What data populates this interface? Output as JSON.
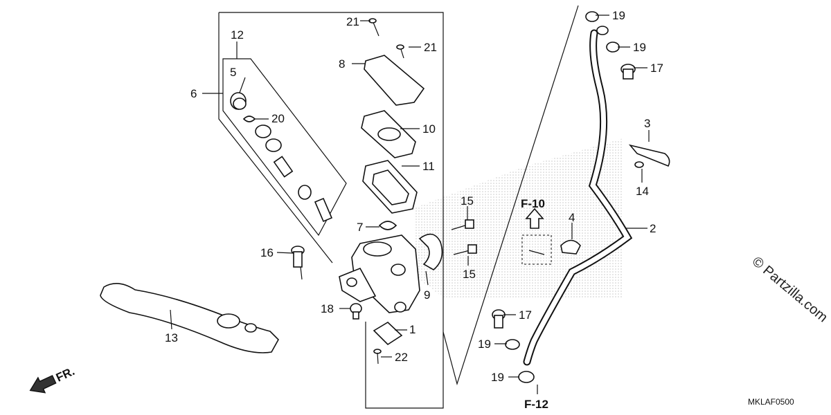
{
  "callouts": {
    "c1": "1",
    "c2": "2",
    "c3": "3",
    "c4": "4",
    "c5": "5",
    "c6": "6",
    "c7": "7",
    "c8": "8",
    "c9": "9",
    "c10": "10",
    "c11": "11",
    "c12": "12",
    "c13": "13",
    "c14": "14",
    "c15a": "15",
    "c15b": "15",
    "c16": "16",
    "c17a": "17",
    "c17b": "17",
    "c18": "18",
    "c19a": "19",
    "c19b": "19",
    "c19c": "19",
    "c19d": "19",
    "c20": "20",
    "c21a": "21",
    "c21b": "21",
    "c22": "22"
  },
  "references": {
    "f10": "F-10",
    "f12": "F-12"
  },
  "direction_label": "FR.",
  "diagram_code": "MKLAF0500",
  "watermark": "© Partzilla.com",
  "colors": {
    "ink": "#111111",
    "background": "#ffffff",
    "stipple": "#cfcfcf"
  }
}
